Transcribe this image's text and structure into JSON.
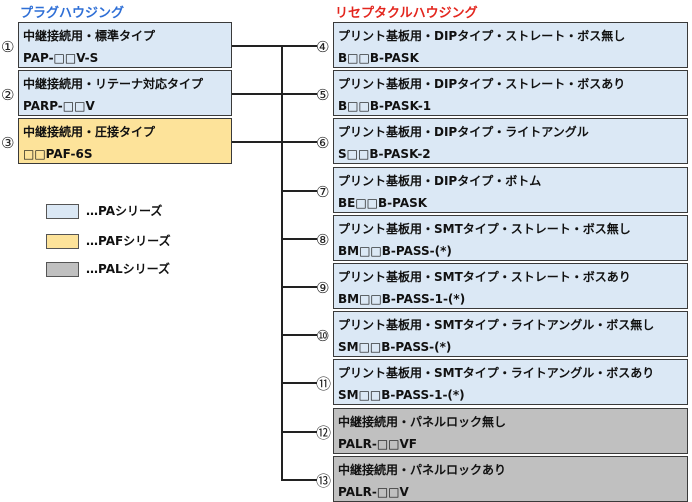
{
  "headers": {
    "plug": "プラグハウジング",
    "receptacle": "リセプタクルハウジング"
  },
  "colors": {
    "pa": "#dbe8f5",
    "paf": "#fde39a",
    "pal": "#c0c0c0",
    "plug_header": "#2f6fd6",
    "receptacle_header": "#e3261e"
  },
  "legend": [
    {
      "label": "…PAシリーズ",
      "series": "pa"
    },
    {
      "label": "…PAFシリーズ",
      "series": "paf"
    },
    {
      "label": "…PALシリーズ",
      "series": "pal"
    }
  ],
  "plug_items": [
    {
      "num": "①",
      "line1": "中継接続用・標準タイプ",
      "line2": "PAP-□□V-S",
      "series": "pa"
    },
    {
      "num": "②",
      "line1": "中継接続用・リテーナ対応タイプ",
      "line2": "PARP-□□V",
      "series": "pa"
    },
    {
      "num": "③",
      "line1": "中継接続用・圧接タイプ",
      "line2": "□□PAF-6S",
      "series": "paf"
    }
  ],
  "receptacle_items": [
    {
      "num": "④",
      "line1": "プリント基板用・DIPタイプ・ストレート・ボス無し",
      "line2": "B□□B-PASK",
      "series": "pa"
    },
    {
      "num": "⑤",
      "line1": "プリント基板用・DIPタイプ・ストレート・ボスあり",
      "line2": "B□□B-PASK-1",
      "series": "pa"
    },
    {
      "num": "⑥",
      "line1": "プリント基板用・DIPタイプ・ライトアングル",
      "line2": "S□□B-PASK-2",
      "series": "pa"
    },
    {
      "num": "⑦",
      "line1": "プリント基板用・DIPタイプ・ボトム",
      "line2": "BE□□B-PASK",
      "series": "pa"
    },
    {
      "num": "⑧",
      "line1": "プリント基板用・SMTタイプ・ストレート・ボス無し",
      "line2": "BM□□B-PASS-(*)",
      "series": "pa"
    },
    {
      "num": "⑨",
      "line1": "プリント基板用・SMTタイプ・ストレート・ボスあり",
      "line2": "BM□□B-PASS-1-(*)",
      "series": "pa"
    },
    {
      "num": "⑩",
      "line1": "プリント基板用・SMTタイプ・ライトアングル・ボス無し",
      "line2": "SM□□B-PASS-(*)",
      "series": "pa"
    },
    {
      "num": "⑪",
      "line1": "プリント基板用・SMTタイプ・ライトアングル・ボスあり",
      "line2": "SM□□B-PASS-1-(*)",
      "series": "pa"
    },
    {
      "num": "⑫",
      "line1": "中継接続用・パネルロック無し",
      "line2": "PALR-□□VF",
      "series": "pal"
    },
    {
      "num": "⑬",
      "line1": "中継接続用・パネルロックあり",
      "line2": "PALR-□□V",
      "series": "pal"
    }
  ]
}
